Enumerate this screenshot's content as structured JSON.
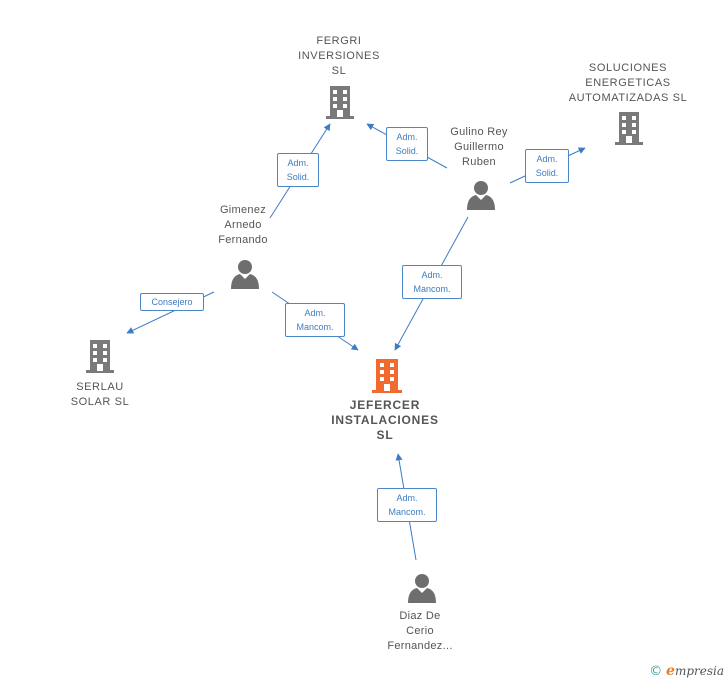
{
  "colors": {
    "edge": "#3d7cc4",
    "company_icon": "#7a7a7a",
    "main_icon": "#f26a2e",
    "person_icon": "#6e6e6e"
  },
  "nodes": {
    "fergri": {
      "label": "FERGRI\nINVERSIONES\nSL",
      "icon": "building-icon"
    },
    "soluciones": {
      "label": "SOLUCIONES\nENERGETICAS\nAUTOMATIZADAS SL",
      "icon": "building-icon"
    },
    "gulino": {
      "label": "Gulino Rey\nGuillermo\nRuben",
      "icon": "person-icon"
    },
    "gimenez": {
      "label": "Gimenez\nArnedo\nFernando",
      "icon": "person-icon"
    },
    "serlau": {
      "label": "SERLAU\nSOLAR  SL",
      "icon": "building-icon"
    },
    "jefercer": {
      "label": "JEFERCER\nINSTALACIONES\nSL",
      "icon": "building-icon"
    },
    "diaz": {
      "label": "Diaz De\nCerio\nFernandez...",
      "icon": "person-icon"
    }
  },
  "edges": {
    "gimenez_fergri": "Adm.\nSolid.",
    "gulino_fergri": "Adm.\nSolid.",
    "gulino_soluciones": "Adm.\nSolid.",
    "gimenez_serlau": "Consejero",
    "gimenez_jefercer": "Adm.\nMancom.",
    "gulino_jefercer": "Adm.\nMancom.",
    "diaz_jefercer": "Adm.\nMancom."
  },
  "footer": {
    "copyright": "©",
    "brand_first": "e",
    "brand_rest": "mpresia"
  }
}
